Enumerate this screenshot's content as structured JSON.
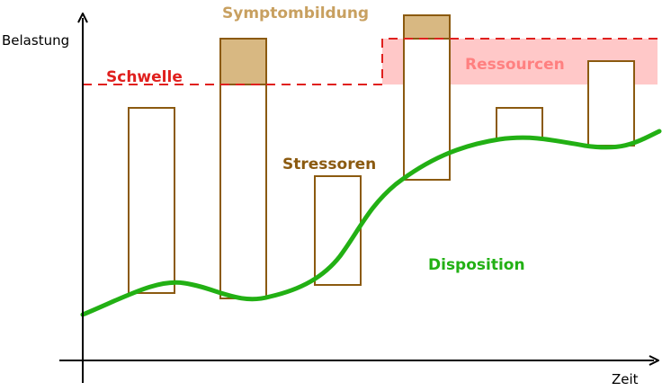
{
  "axes": {
    "y_label": "Belastung",
    "x_label": "Zeit"
  },
  "labels": {
    "threshold": "Schwelle",
    "resources": "Ressourcen",
    "symptoms": "Symptombildung",
    "stressors": "Stressoren",
    "disposition": "Disposition"
  },
  "colors": {
    "axis": "#000000",
    "threshold": "#e0201e",
    "resources_fill": "#ffc8c8",
    "resources_text": "#ff8080",
    "stressor_stroke": "#8b5a10",
    "symptom_fill": "#d8b882",
    "symptom_text": "#c8a060",
    "stressor_text": "#8b5a10",
    "disposition": "#22b014"
  },
  "stressor_count": 6,
  "symptom_segments": 2
}
